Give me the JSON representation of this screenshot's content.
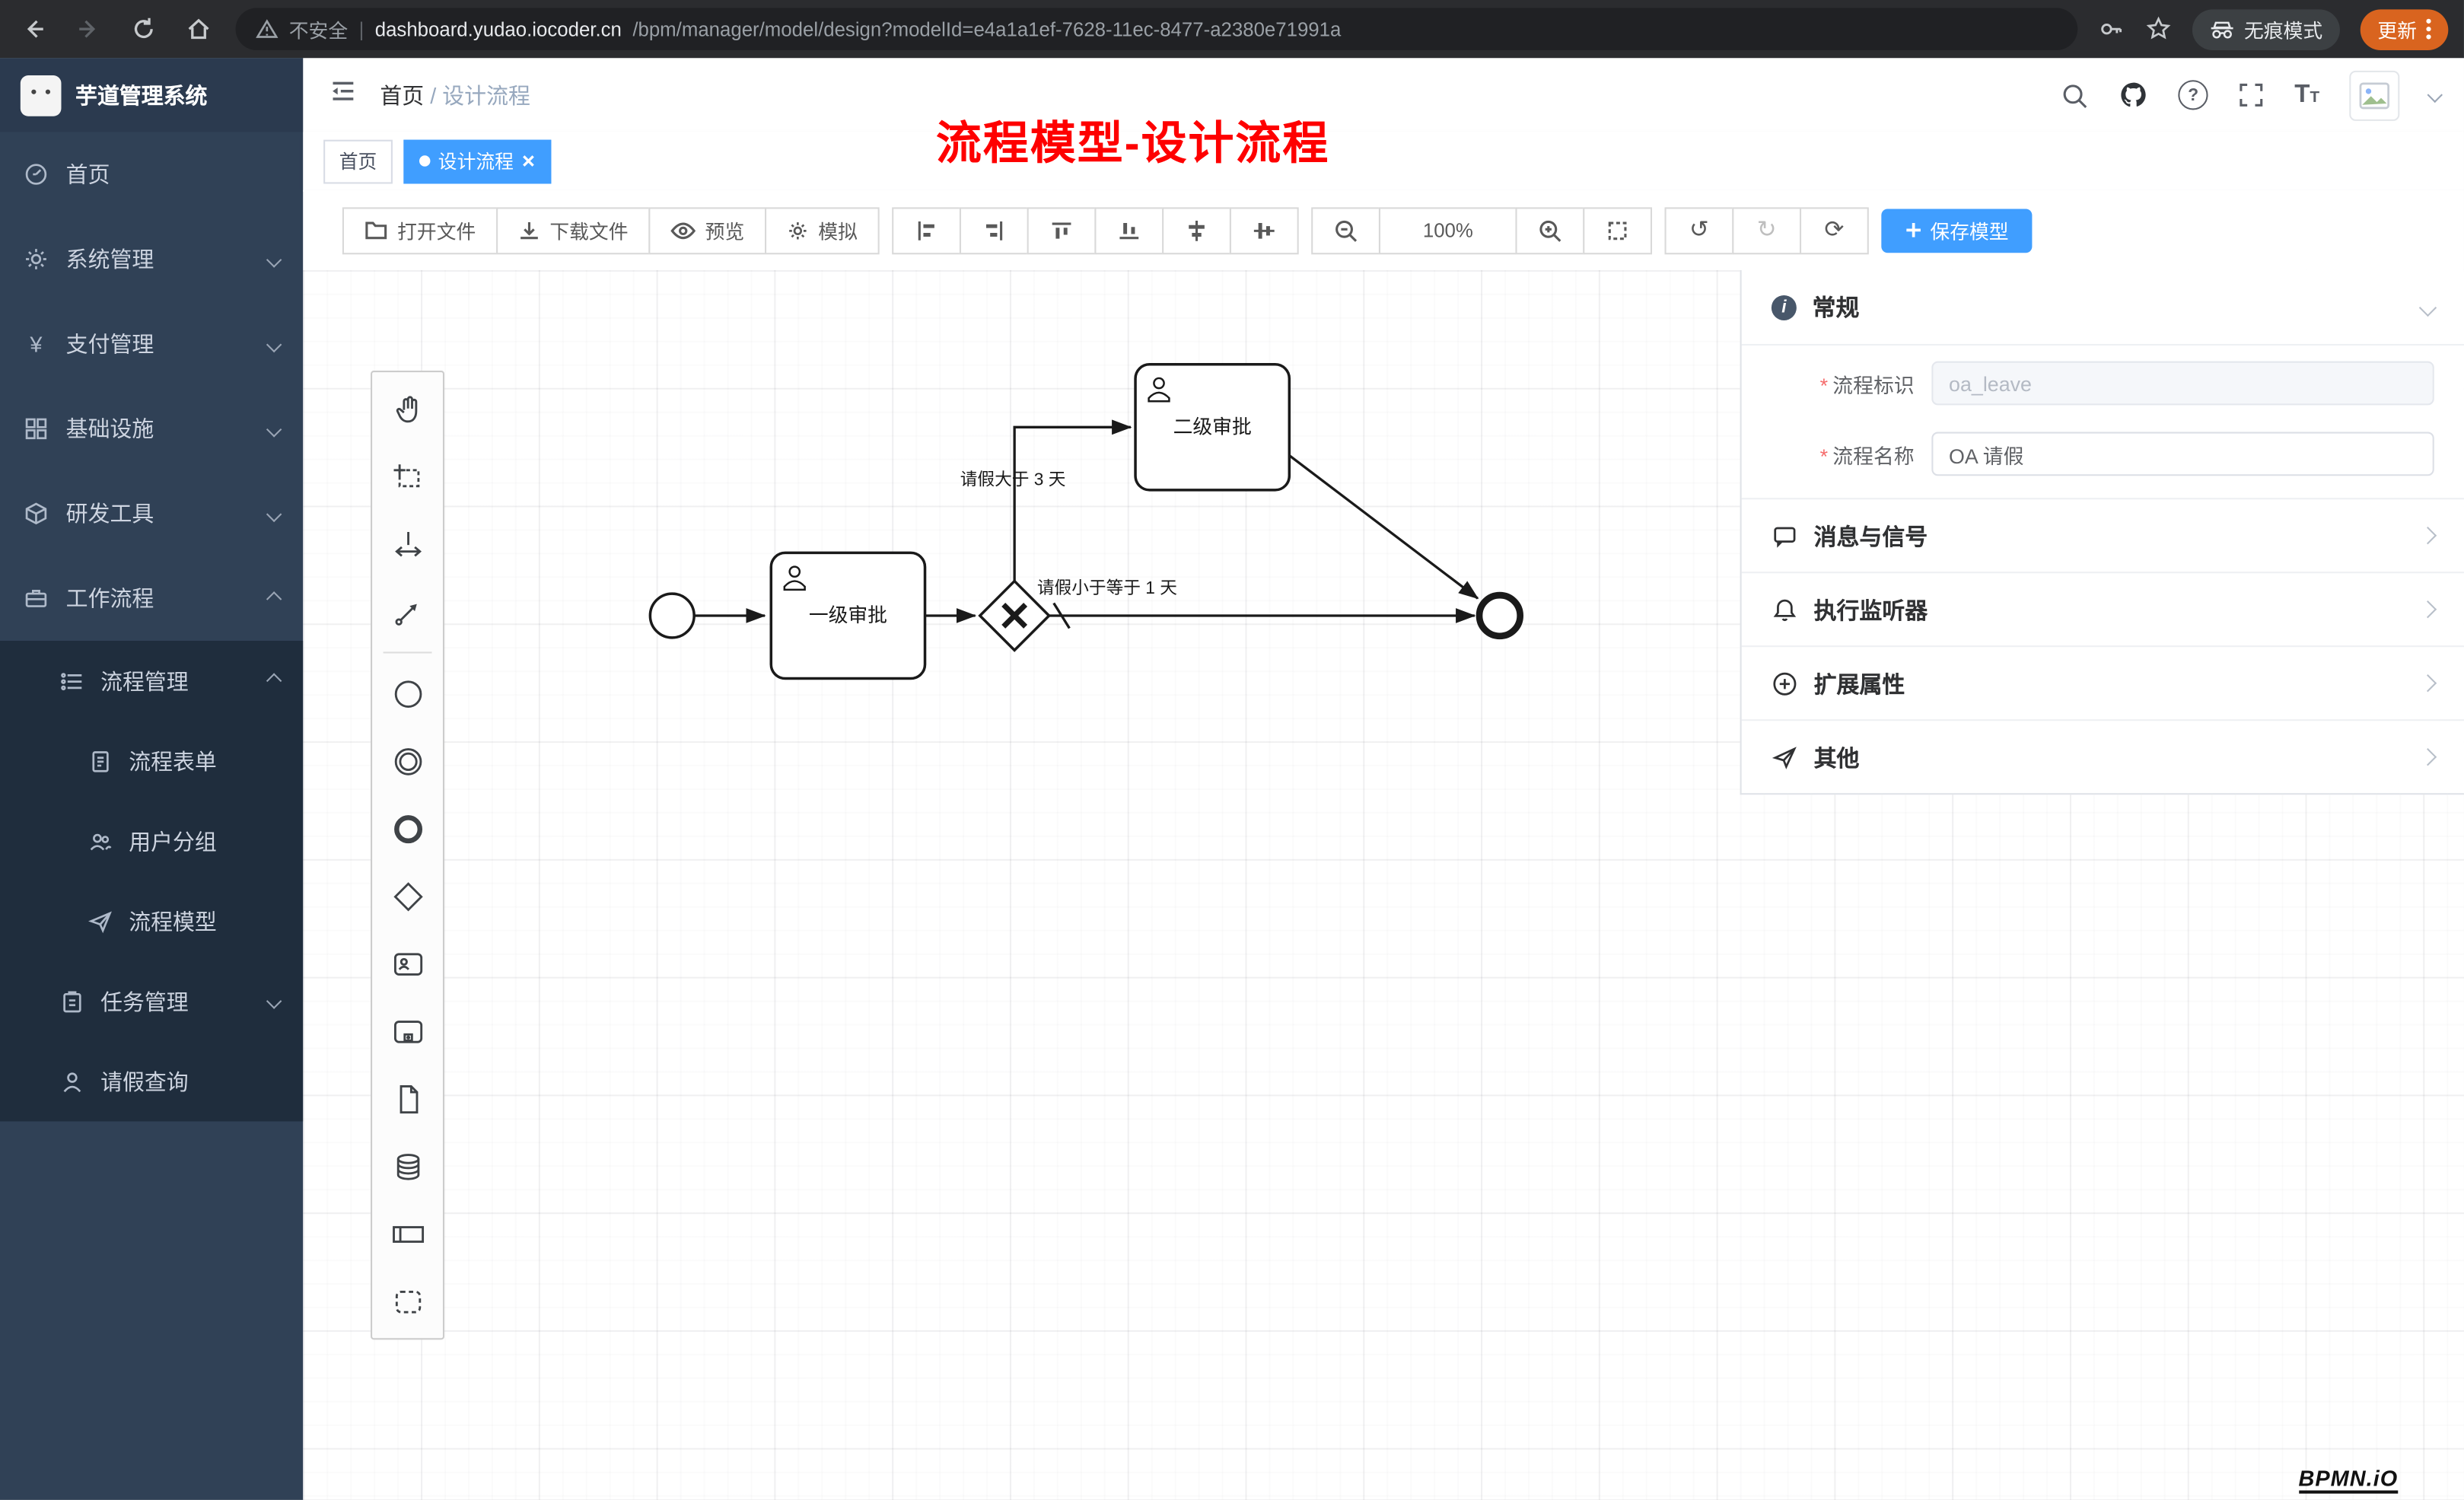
{
  "colors": {
    "accent": "#409eff",
    "sidebar_bg": "#304156",
    "submenu_bg": "#1f2d3d",
    "annotation_red": "#fe0000",
    "update_orange": "#d9641f",
    "tab_active": "#409eff"
  },
  "icons": {
    "yen": "¥",
    "star": "☆",
    "undo": "↺",
    "redo": "↻",
    "refresh": "⟳",
    "help": "?",
    "font_big": "T",
    "font_small": "T",
    "info": "i"
  },
  "browser": {
    "security_warning": "不安全",
    "url_domain": "dashboard.yudao.iocoder.cn",
    "url_path": "/bpm/manager/model/design?modelId=e4a1a1ef-7628-11ec-8477-a2380e71991a",
    "incognito_label": "无痕模式",
    "update_label": "更新"
  },
  "sidebar": {
    "title": "芋道管理系统",
    "items": [
      {
        "label": "首页"
      },
      {
        "label": "系统管理"
      },
      {
        "label": "支付管理"
      },
      {
        "label": "基础设施"
      },
      {
        "label": "研发工具"
      },
      {
        "label": "工作流程"
      }
    ],
    "sub_items": [
      {
        "label": "流程管理"
      },
      {
        "label": "流程表单"
      },
      {
        "label": "用户分组"
      },
      {
        "label": "流程模型"
      },
      {
        "label": "任务管理"
      },
      {
        "label": "请假查询"
      }
    ]
  },
  "navbar": {
    "breadcrumb_home": "首页",
    "breadcrumb_separator": "/",
    "breadcrumb_current": "设计流程"
  },
  "annotation": "流程模型-设计流程",
  "tabs": {
    "home": "首页",
    "active": "设计流程"
  },
  "toolbar": {
    "open_file": "打开文件",
    "download_file": "下载文件",
    "preview": "预览",
    "simulate": "模拟",
    "zoom_level": "100%",
    "save_model": "保存模型"
  },
  "diagram": {
    "task1": "一级审批",
    "task2": "二级审批",
    "condition_gt": "请假大于 3 天",
    "condition_lte": "请假小于等于 1 天",
    "watermark": "BPMN.iO"
  },
  "panel": {
    "general_title": "常规",
    "required_mark": "*",
    "field_key_label": "流程标识",
    "field_key_value": "oa_leave",
    "field_name_label": "流程名称",
    "field_name_value": "OA 请假",
    "sections": [
      {
        "title": "消息与信号"
      },
      {
        "title": "执行监听器"
      },
      {
        "title": "扩展属性"
      },
      {
        "title": "其他"
      }
    ]
  }
}
